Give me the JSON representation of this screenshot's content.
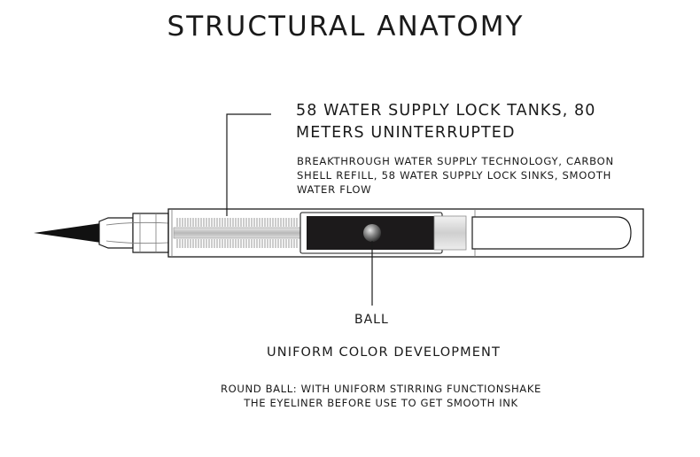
{
  "title": "STRUCTURAL ANATOMY",
  "callouts": {
    "tanks": {
      "heading_line1": "58 WATER SUPPLY LOCK TANKS, 80",
      "heading_line2": "METERS UNINTERRUPTED",
      "desc_line1": "BREAKTHROUGH WATER SUPPLY TECHNOLOGY, CARBON",
      "desc_line2": "SHELL REFILL, 58 WATER SUPPLY LOCK SINKS, SMOOTH",
      "desc_line3": "WATER FLOW"
    },
    "ball": {
      "label": "BALL"
    }
  },
  "footer": {
    "heading": "UNIFORM COLOR DEVELOPMENT",
    "desc_line1": "ROUND BALL: WITH UNIFORM STIRRING FUNCTIONSHAKE",
    "desc_line2": "THE EYELINER BEFORE USE TO GET SMOOTH INK"
  },
  "colors": {
    "ink": "#1a1a1a",
    "reservoir": "#1c1a1b",
    "tip": "#111111",
    "fins": "#9a9a9a",
    "background": "#ffffff"
  }
}
